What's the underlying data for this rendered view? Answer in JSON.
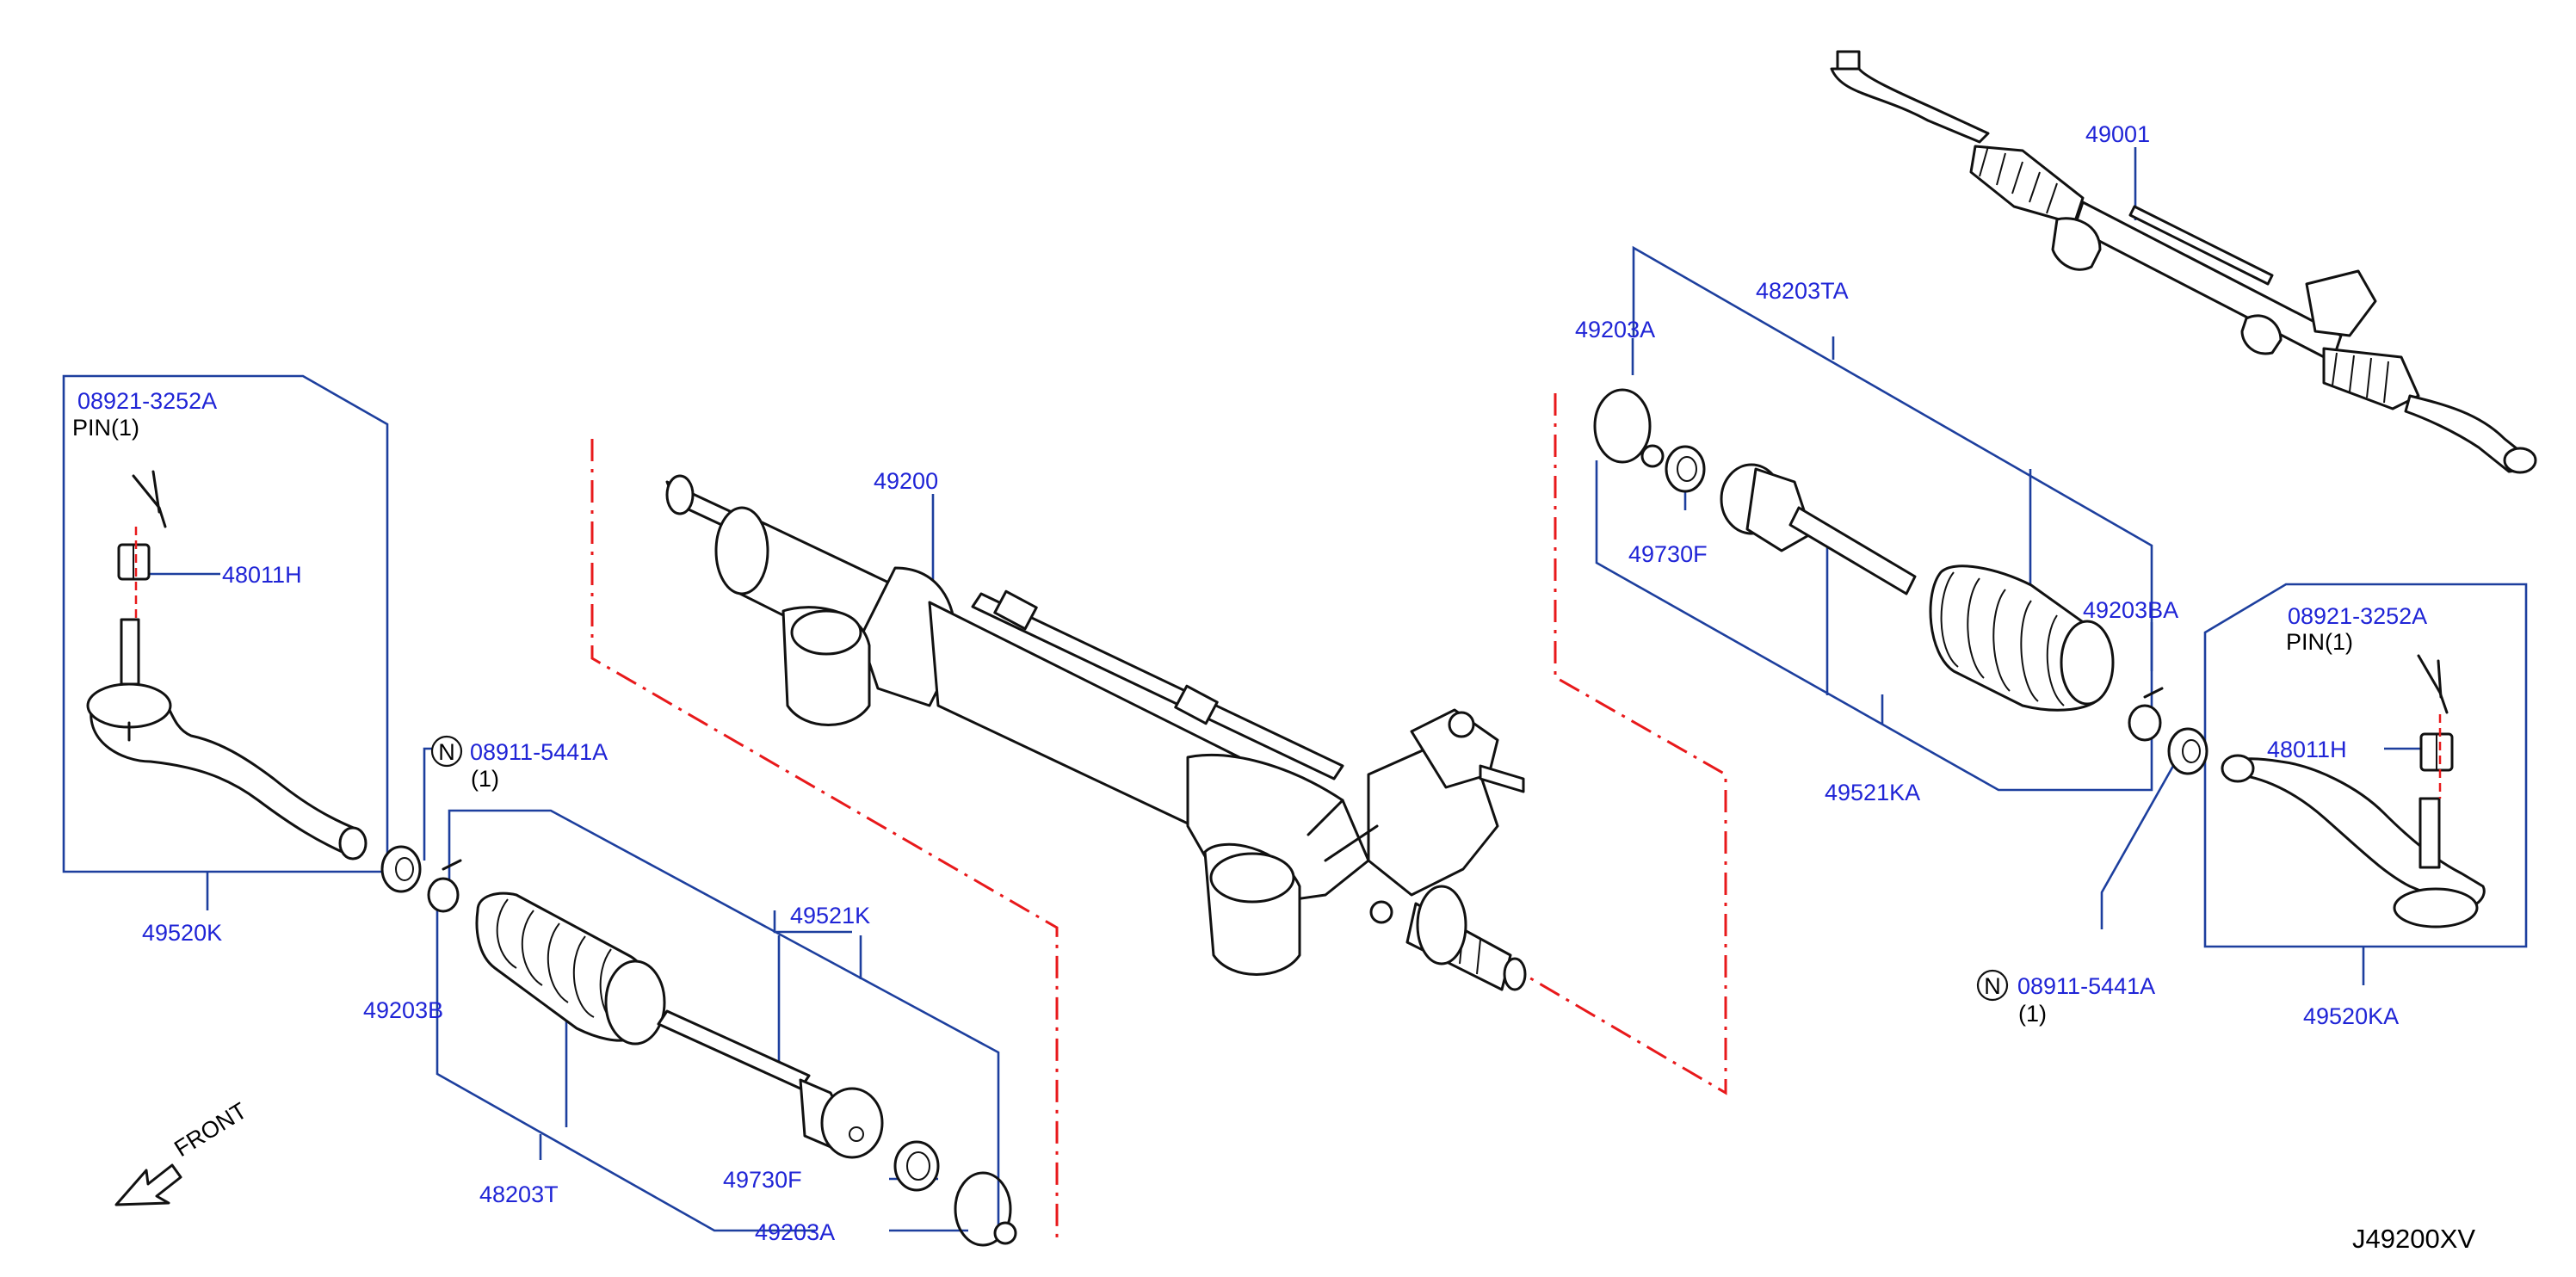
{
  "labels": {
    "tie_rod_end_left": "49520K",
    "tie_rod_end_right": "49520KA",
    "pin_part_left": "08921-3252A",
    "pin_text_left": "PIN(1)",
    "pin_part_right": "08921-3252A",
    "pin_text_right": "PIN(1)",
    "nut_left": "48011H",
    "nut_right": "48011H",
    "lock_nut_left": "08911-5441A",
    "lock_nut_left_qty": "(1)",
    "lock_nut_right": "08911-5441A",
    "lock_nut_right_qty": "(1)",
    "clamp_left": "49203B",
    "clamp_right": "49203BA",
    "boot_kit_left": "48203T",
    "boot_kit_right": "48203TA",
    "inner_socket_left": "49521K",
    "inner_socket_right": "49521KA",
    "washer_left": "49730F",
    "washer_right": "49730F",
    "band_left": "49203A",
    "band_right": "49203A",
    "gear_housing": "49200",
    "gear_assembly": "49001",
    "nut_symbol": "N",
    "front": "FRONT",
    "diagram_id": "J49200XV"
  },
  "colors": {
    "label": "#1f24d6",
    "leader": "#1d3f9e",
    "phantom": "#e8191b",
    "drawing": "#111111"
  }
}
